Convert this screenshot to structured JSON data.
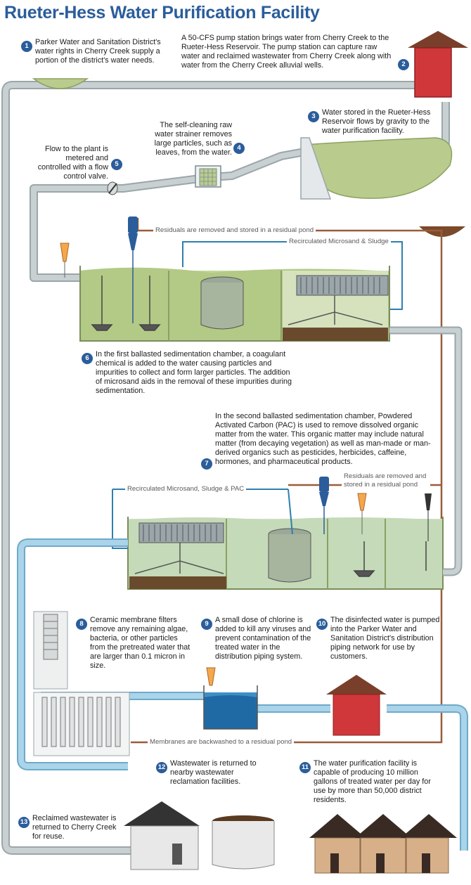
{
  "title": "Rueter-Hess Water Purification Facility",
  "colors": {
    "title_blue": "#2b5d9b",
    "pipe_gray": "#c4cccf",
    "pipe_blue": "#a9d4ea",
    "water_green": "#b9cc8e",
    "residual_brown": "#9a5c3a",
    "recirculation_blue": "#2f7fae",
    "building_red": "#d0373a"
  },
  "steps": [
    {
      "number": "1",
      "text": "Parker Water and Sanitation District's water rights in Cherry Creek supply a portion of the district's water needs."
    },
    {
      "number": "2",
      "text": "A 50-CFS pump station brings water from Cherry Creek to the Rueter-Hess Reservoir. The pump station can capture raw water and reclaimed wastewater from Cherry Creek along with water from the Cherry Creek alluvial wells."
    },
    {
      "number": "3",
      "text": "Water stored in the Rueter-Hess Reservoir flows by gravity to the water purification facility."
    },
    {
      "number": "4",
      "text": "The self-cleaning raw water strainer removes large particles, such as leaves, from the water."
    },
    {
      "number": "5",
      "text": "Flow to the plant is metered and controlled with a flow control valve."
    },
    {
      "number": "6",
      "text": "In the first ballasted sedimentation chamber, a coagulant chemical is added to the water causing particles and impurities to collect and form larger particles. The addition of microsand aids in the removal of these impurities during sedimentation."
    },
    {
      "number": "7",
      "text": "In the second ballasted sedimentation chamber, Powdered Activated Carbon (PAC) is used to remove dissolved organic matter from the water. This organic matter may include natural matter (from decaying vegetation) as well as man-made or man-derived organics such as pesticides, herbicides, caffeine, hormones, and pharmaceutical products."
    },
    {
      "number": "8",
      "text": "Ceramic membrane filters remove any remaining algae, bacteria, or other particles from the pretreated water that are larger than 0.1 micron in size."
    },
    {
      "number": "9",
      "text": "A small dose of chlorine is added to kill any viruses and prevent contamination of the treated water in the distribution piping system."
    },
    {
      "number": "10",
      "text": "The disinfected water is pumped into the Parker Water and Sanitation District's distribution piping network for use by customers."
    },
    {
      "number": "11",
      "text": "The water purification facility is capable of producing 10 million gallons of treated water per day for use by more than 50,000 district residents."
    },
    {
      "number": "12",
      "text": "Wastewater is returned to nearby wastewater reclamation facilities."
    },
    {
      "number": "13",
      "text": "Reclaimed wastewater is returned to Cherry Creek for reuse."
    }
  ],
  "flow_labels": {
    "residuals_1": "Residuals are removed and stored in a residual pond",
    "recirc_1": "Recirculated Microsand & Sludge",
    "residuals_2": "Residuals are removed and stored in a residual pond",
    "recirc_2": "Recirculated Microsand, Sludge & PAC",
    "backwash": "Membranes are backwashed to a residual pond"
  }
}
